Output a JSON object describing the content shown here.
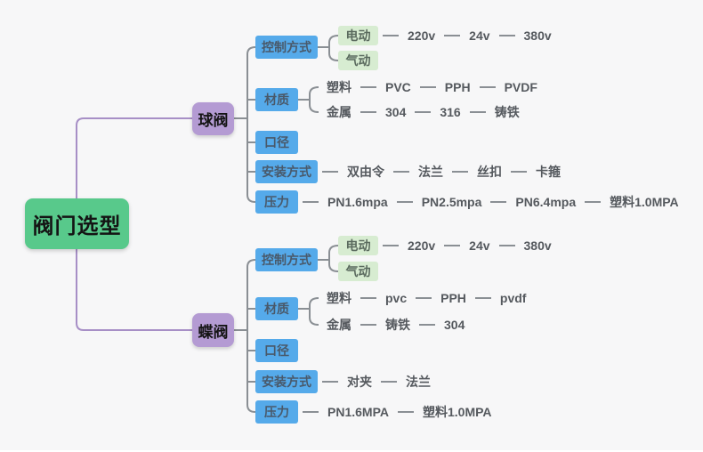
{
  "root": {
    "label": "阀门选型"
  },
  "colors": {
    "background": "#f7f7f8",
    "root_green": "#58c98b",
    "branch_purple": "#b49bd3",
    "node_blue": "#55aaea",
    "leaf_green": "#d7ecd1",
    "line_gray": "#8a8f94",
    "line_purple": "#a78fc6",
    "chain_text": "#55595e"
  },
  "ball_valve": {
    "label": "球阀",
    "control": {
      "label": "控制方式",
      "electric": {
        "label": "电动",
        "chain": [
          "220v",
          "24v",
          "380v"
        ]
      },
      "pneumatic": {
        "label": "气动"
      }
    },
    "material": {
      "label": "材质",
      "plastic": {
        "label": "塑料",
        "chain": [
          "PVC",
          "PPH",
          "PVDF"
        ]
      },
      "metal": {
        "label": "金属",
        "chain": [
          "304",
          "316",
          "铸铁"
        ]
      }
    },
    "diameter": {
      "label": "口径"
    },
    "installation": {
      "label": "安装方式",
      "chain": [
        "双由令",
        "法兰",
        "丝扣",
        "卡箍"
      ]
    },
    "pressure": {
      "label": "压力",
      "chain": [
        "PN1.6mpa",
        "PN2.5mpa",
        "PN6.4mpa",
        "塑料1.0MPA"
      ]
    }
  },
  "butterfly_valve": {
    "label": "蝶阀",
    "control": {
      "label": "控制方式",
      "electric": {
        "label": "电动",
        "chain": [
          "220v",
          "24v",
          "380v"
        ]
      },
      "pneumatic": {
        "label": "气动"
      }
    },
    "material": {
      "label": "材质",
      "plastic": {
        "label": "塑料",
        "chain": [
          "pvc",
          "PPH",
          "pvdf"
        ]
      },
      "metal": {
        "label": "金属",
        "chain": [
          "铸铁",
          "304"
        ]
      }
    },
    "diameter": {
      "label": "口径"
    },
    "installation": {
      "label": "安装方式",
      "chain": [
        "对夹",
        "法兰"
      ]
    },
    "pressure": {
      "label": "压力",
      "chain": [
        "PN1.6MPA",
        "塑料1.0MPA"
      ]
    }
  }
}
